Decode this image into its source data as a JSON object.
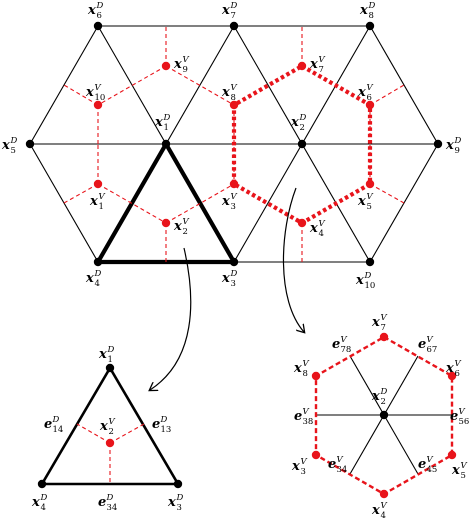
{
  "main_mesh": {
    "dual_vertices": [
      {
        "id": "x1D",
        "sym": "x",
        "sup": "D",
        "sub": "1"
      },
      {
        "id": "x2D",
        "sym": "x",
        "sup": "D",
        "sub": "2"
      },
      {
        "id": "x3D",
        "sym": "x",
        "sup": "D",
        "sub": "3"
      },
      {
        "id": "x4D",
        "sym": "x",
        "sup": "D",
        "sub": "4"
      },
      {
        "id": "x5D",
        "sym": "x",
        "sup": "D",
        "sub": "5"
      },
      {
        "id": "x6D",
        "sym": "x",
        "sup": "D",
        "sub": "6"
      },
      {
        "id": "x7D",
        "sym": "x",
        "sup": "D",
        "sub": "7"
      },
      {
        "id": "x8D",
        "sym": "x",
        "sup": "D",
        "sub": "8"
      },
      {
        "id": "x9D",
        "sym": "x",
        "sup": "D",
        "sub": "9"
      },
      {
        "id": "x10D",
        "sym": "x",
        "sup": "D",
        "sub": "10"
      }
    ],
    "voronoi_vertices": [
      {
        "id": "x1V",
        "sym": "x",
        "sup": "V",
        "sub": "1"
      },
      {
        "id": "x2V",
        "sym": "x",
        "sup": "V",
        "sub": "2"
      },
      {
        "id": "x3V",
        "sym": "x",
        "sup": "V",
        "sub": "3"
      },
      {
        "id": "x4V",
        "sym": "x",
        "sup": "V",
        "sub": "4"
      },
      {
        "id": "x5V",
        "sym": "x",
        "sup": "V",
        "sub": "5"
      },
      {
        "id": "x6V",
        "sym": "x",
        "sup": "V",
        "sub": "6"
      },
      {
        "id": "x7V",
        "sym": "x",
        "sup": "V",
        "sub": "7"
      },
      {
        "id": "x8V",
        "sym": "x",
        "sup": "V",
        "sub": "8"
      },
      {
        "id": "x9V",
        "sym": "x",
        "sup": "V",
        "sub": "9"
      },
      {
        "id": "x10V",
        "sym": "x",
        "sup": "V",
        "sub": "10"
      }
    ]
  },
  "triangle_detail": {
    "vertices": [
      {
        "id": "t_x1D",
        "sym": "x",
        "sup": "D",
        "sub": "1"
      },
      {
        "id": "t_x3D",
        "sym": "x",
        "sup": "D",
        "sub": "3"
      },
      {
        "id": "t_x4D",
        "sym": "x",
        "sup": "D",
        "sub": "4"
      },
      {
        "id": "t_x2V",
        "sym": "x",
        "sup": "V",
        "sub": "2"
      }
    ],
    "edges": [
      {
        "id": "t_e14D",
        "sym": "e",
        "sup": "D",
        "sub": "14"
      },
      {
        "id": "t_e13D",
        "sym": "e",
        "sup": "D",
        "sub": "13"
      },
      {
        "id": "t_e34D",
        "sym": "e",
        "sup": "D",
        "sub": "34"
      }
    ]
  },
  "hexagon_detail": {
    "vertices": [
      {
        "id": "h_x7V",
        "sym": "x",
        "sup": "V",
        "sub": "7"
      },
      {
        "id": "h_x8V",
        "sym": "x",
        "sup": "V",
        "sub": "8"
      },
      {
        "id": "h_x6V",
        "sym": "x",
        "sup": "V",
        "sub": "6"
      },
      {
        "id": "h_x2D",
        "sym": "x",
        "sup": "D",
        "sub": "2"
      },
      {
        "id": "h_x3V",
        "sym": "x",
        "sup": "V",
        "sub": "3"
      },
      {
        "id": "h_x5V",
        "sym": "x",
        "sup": "V",
        "sub": "5"
      },
      {
        "id": "h_x4V",
        "sym": "x",
        "sup": "V",
        "sub": "4"
      }
    ],
    "edges": [
      {
        "id": "h_e78V",
        "sym": "e",
        "sup": "V",
        "sub": "78"
      },
      {
        "id": "h_e67V",
        "sym": "e",
        "sup": "V",
        "sub": "67"
      },
      {
        "id": "h_e38V",
        "sym": "e",
        "sup": "V",
        "sub": "38"
      },
      {
        "id": "h_e56V",
        "sym": "e",
        "sup": "V",
        "sub": "56"
      },
      {
        "id": "h_e34V",
        "sym": "e",
        "sup": "V",
        "sub": "34"
      },
      {
        "id": "h_e45V",
        "sym": "e",
        "sup": "V",
        "sub": "45"
      }
    ]
  },
  "colors": {
    "primal": "#000000",
    "voronoi": "#e8141b"
  }
}
